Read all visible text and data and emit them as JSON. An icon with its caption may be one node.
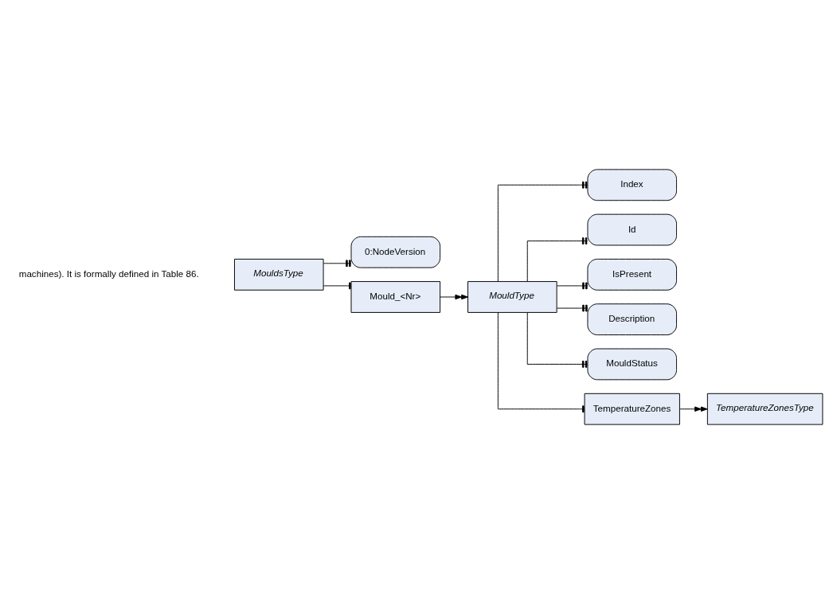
{
  "diagram": {
    "nodes": [
      {
        "text": [
          "MouldsType"
        ]
      },
      {
        "text": [
          "0:NodeVersion"
        ]
      },
      {
        "text": [
          "Mould_<Nr>"
        ]
      },
      {
        "text": [
          "MouldType"
        ]
      },
      {
        "text": [
          "Index"
        ]
      },
      {
        "text": [
          "Id"
        ]
      },
      {
        "text": [
          "IsPresent"
        ]
      },
      {
        "text": [
          "Description"
        ]
      },
      {
        "text": [
          "MouldStatus"
        ]
      },
      {
        "text": [
          "TemperatureZones"
        ]
      },
      {
        "text": [
          "TemperatureZonesType"
        ]
      }
    ],
    "edges": [
      {
        "from": 0,
        "to": 1,
        "arrow": "other"
      },
      {
        "from": 0,
        "to": 2,
        "arrow": "other"
      },
      {
        "from": 2,
        "to": 3,
        "arrow": "to"
      },
      {
        "from": 3,
        "to": 4,
        "arrow": "other"
      },
      {
        "from": 3,
        "to": 5,
        "arrow": "other"
      },
      {
        "from": 3,
        "to": 6,
        "arrow": "other"
      },
      {
        "from": 3,
        "to": 7,
        "arrow": "other"
      },
      {
        "from": 3,
        "to": 8,
        "arrow": "other"
      },
      {
        "from": 3,
        "to": 9,
        "arrow": "other"
      },
      {
        "from": 9,
        "to": 10,
        "arrow": "to"
      }
    ],
    "labels": [
      "machines). It is formally defined in Table 86."
    ]
  }
}
